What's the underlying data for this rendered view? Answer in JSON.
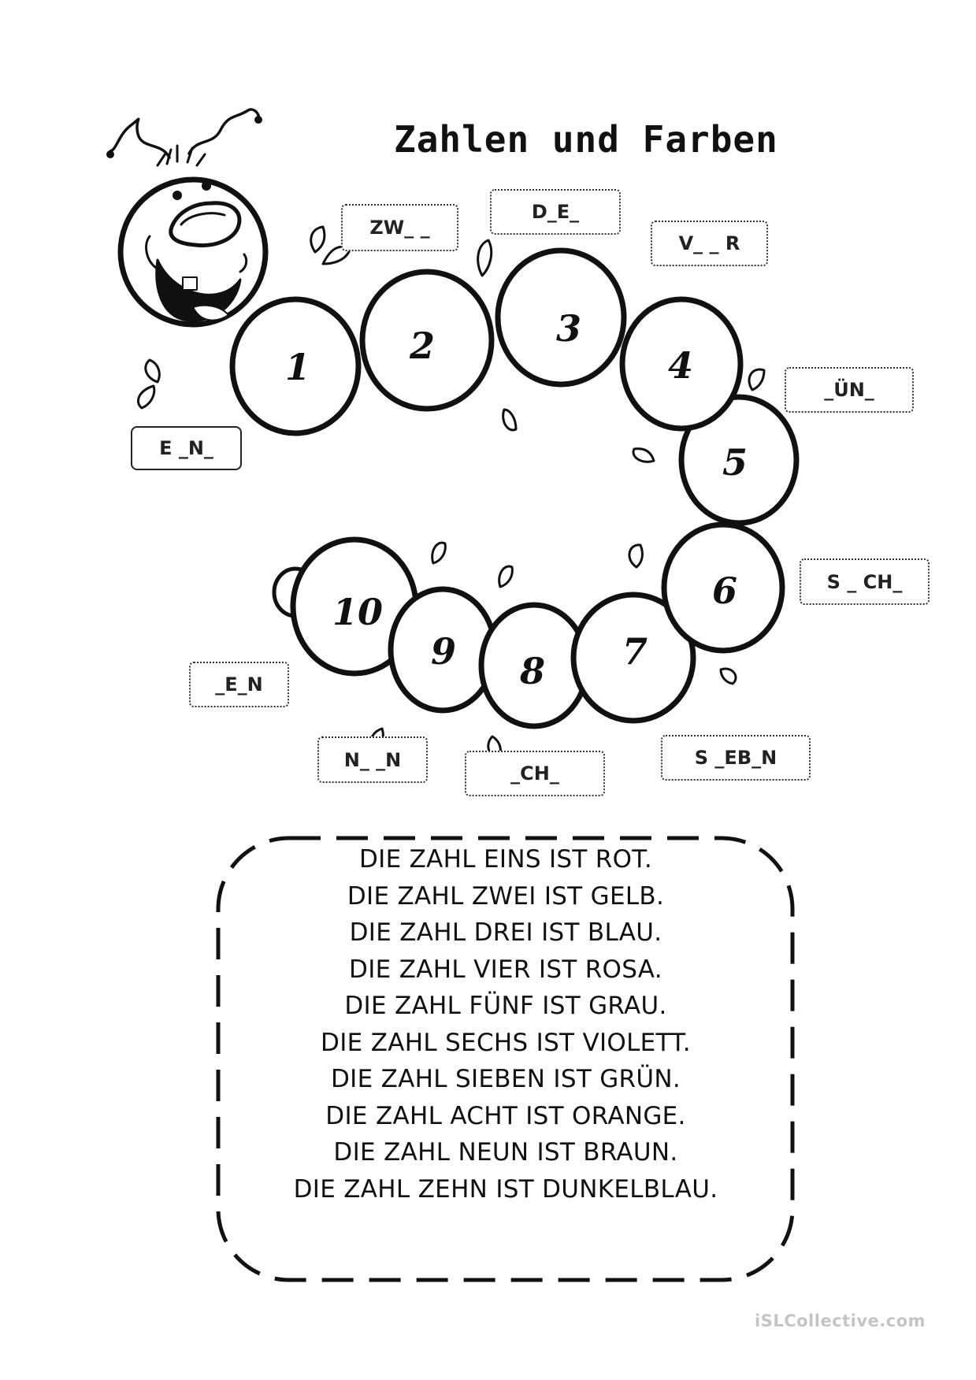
{
  "worksheet": {
    "title": "Zahlen und Farben",
    "number_labels": [
      "1",
      "2",
      "3",
      "4",
      "5",
      "6",
      "7",
      "8",
      "9",
      "10"
    ],
    "word_hints": [
      "E _N_",
      "ZW_ _",
      "D_E_",
      "V_ _ R",
      "_ÜN_",
      "S _ CH_",
      "S _EB_N",
      "_CH_",
      "N_ _N",
      "_E_N"
    ],
    "sentences": [
      "DIE ZAHL EINS IST ROT.",
      "DIE ZAHL ZWEI IST GELB.",
      "DIE ZAHL DREI IST BLAU.",
      "DIE ZAHL VIER IST ROSA.",
      "DIE ZAHL FÜNF IST GRAU.",
      "DIE ZAHL SECHS IST VIOLETT.",
      "DIE ZAHL SIEBEN IST GRÜN.",
      "DIE ZAHL ACHT IST ORANGE.",
      "DIE ZAHL NEUN IST BRAUN.",
      "DIE ZAHL ZEHN IST DUNKELBLAU."
    ]
  },
  "footer": {
    "watermark": "iSLCollective.com"
  }
}
